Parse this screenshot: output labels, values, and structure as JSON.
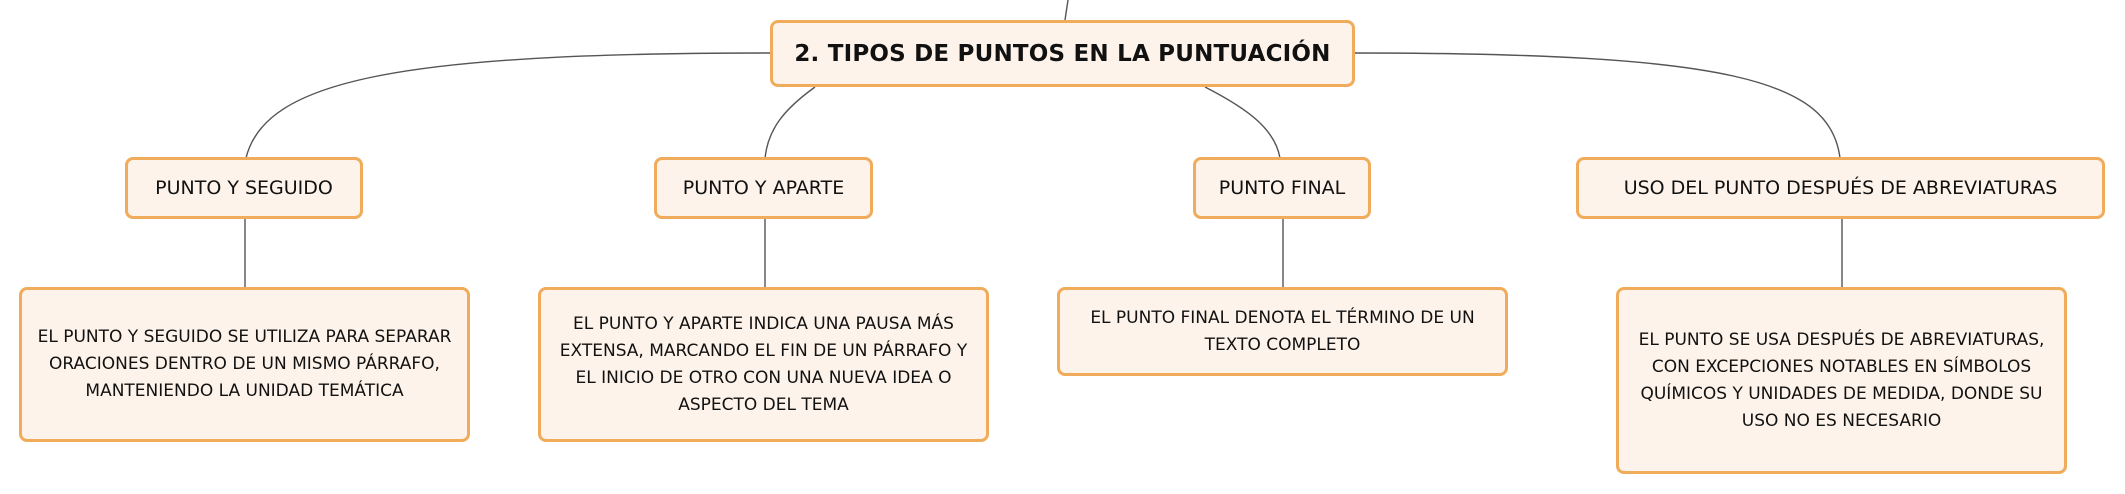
{
  "colors": {
    "node_fill": "#fdf3ea",
    "node_border": "#f0ac5a",
    "connector": "#555555",
    "text": "#111111"
  },
  "root": {
    "label": "2. TIPOS DE PUNTOS EN LA PUNTUACIÓN"
  },
  "topics": [
    {
      "label": "PUNTO Y SEGUIDO",
      "detail": "EL PUNTO Y SEGUIDO SE UTILIZA PARA SEPARAR ORACIONES DENTRO DE UN MISMO PÁRRAFO, MANTENIENDO LA UNIDAD TEMÁTICA"
    },
    {
      "label": "PUNTO Y APARTE",
      "detail": "EL PUNTO Y APARTE INDICA UNA PAUSA MÁS EXTENSA, MARCANDO EL FIN DE UN PÁRRAFO Y EL INICIO DE OTRO CON UNA NUEVA IDEA O ASPECTO DEL TEMA"
    },
    {
      "label": "PUNTO FINAL",
      "detail": "EL PUNTO FINAL DENOTA EL TÉRMINO DE UN TEXTO COMPLETO"
    },
    {
      "label": "USO DEL PUNTO DESPUÉS DE ABREVIATURAS",
      "detail": "EL PUNTO SE USA DESPUÉS DE ABREVIATURAS, CON EXCEPCIONES NOTABLES EN SÍMBOLOS QUÍMICOS Y UNIDADES DE MEDIDA, DONDE SU USO NO ES NECESARIO"
    }
  ]
}
